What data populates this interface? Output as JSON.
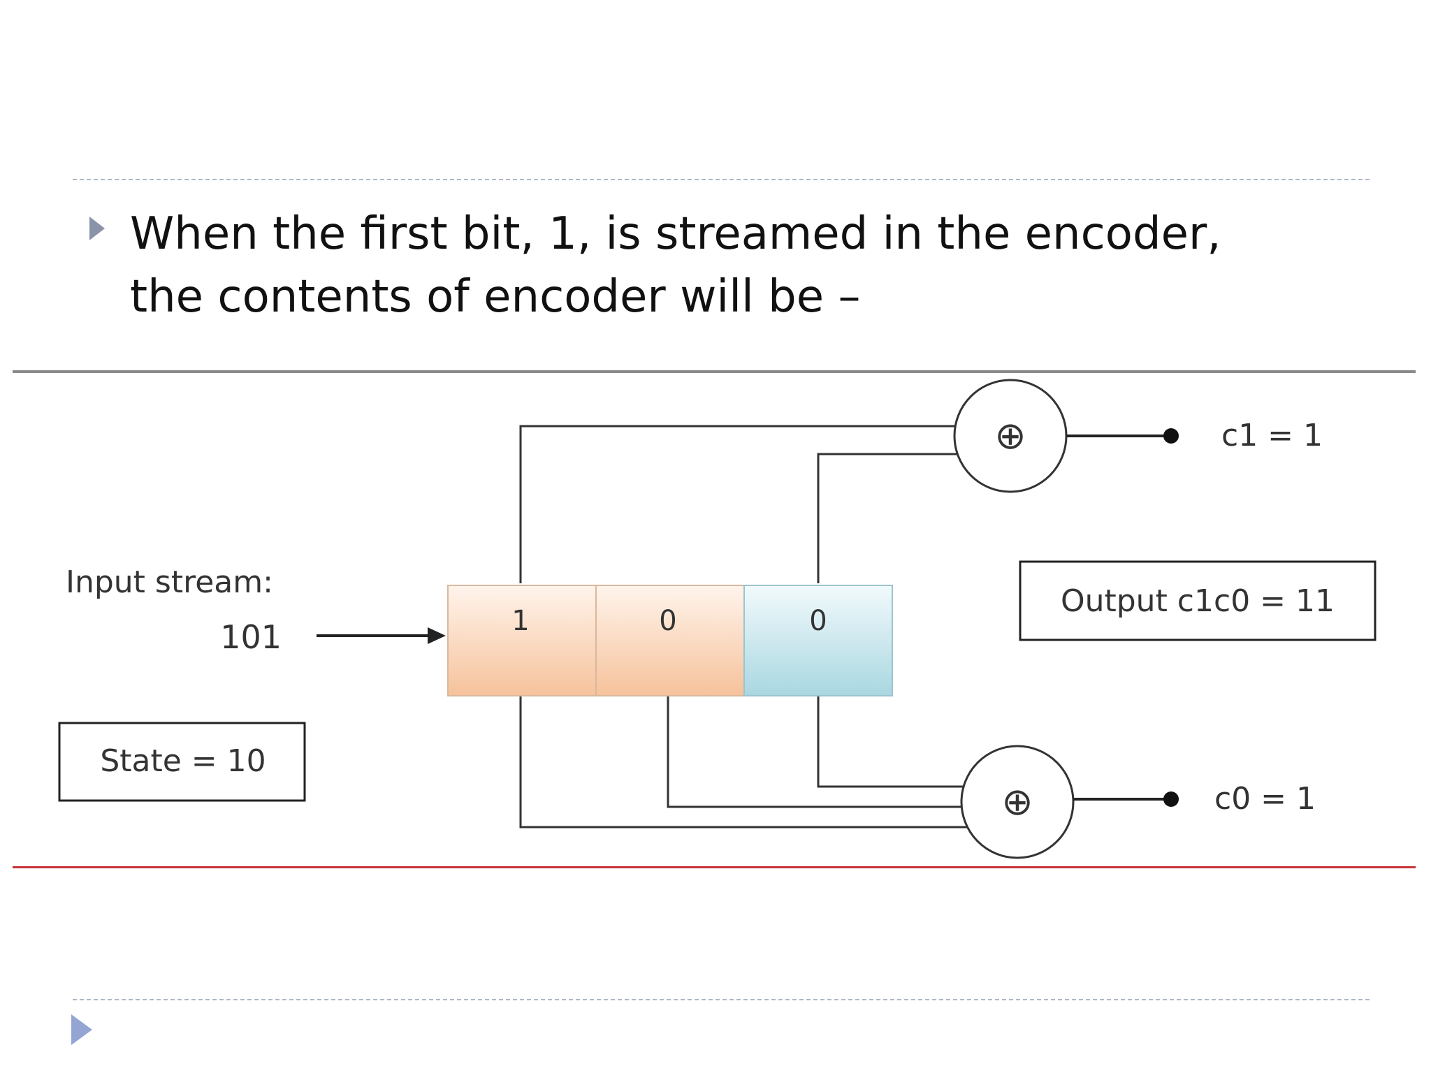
{
  "slide": {
    "body_text": "When the first bit, 1, is streamed in the encoder, the contents of encoder will be –"
  },
  "diagram": {
    "input_label": "Input stream:",
    "input_value": "101",
    "state_label": "State = 10",
    "register_bits": [
      "1",
      "0",
      "0"
    ],
    "xor_symbol": "⊕",
    "c1_label": "c1 = 1",
    "c0_label": "c0 = 1",
    "output_label": "Output c1c0 = 11",
    "colors": {
      "register_orange": "#f8c9a4",
      "register_blue": "#b2dbe4",
      "line": "#333333"
    }
  }
}
